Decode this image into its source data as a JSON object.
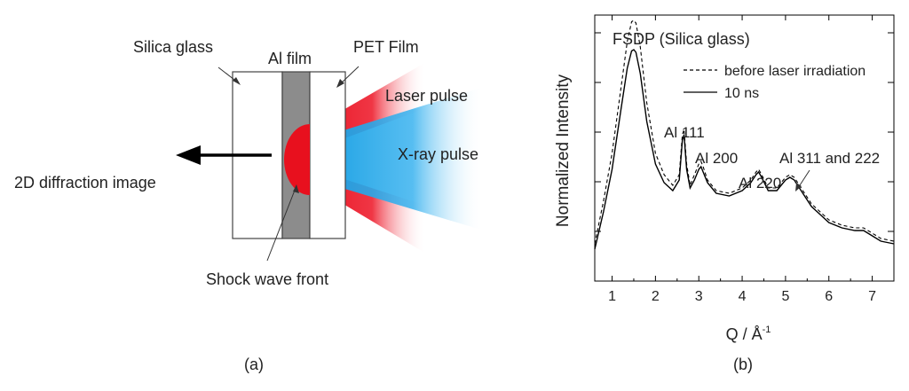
{
  "panel_a": {
    "labels": {
      "silica_glass": "Silica glass",
      "al_film": "Al film",
      "pet_film": "PET Film",
      "laser_pulse": "Laser pulse",
      "xray_pulse": "X-ray pulse",
      "diffraction": "2D diffraction image",
      "shock_wave": "Shock wave front"
    },
    "caption": "(a)",
    "colors": {
      "laser": "#e8101e",
      "xray": "#109be0",
      "al_film": "#8c8c8c"
    }
  },
  "panel_b": {
    "caption": "(b)",
    "annotations": {
      "fsdp": "FSDP (Silica glass)",
      "al111": "Al 111",
      "al200": "Al 200",
      "al220": "Al 220",
      "al311": "Al 311 and 222"
    }
  },
  "chart_data": {
    "type": "line",
    "ylabel": "Normalized Intensity",
    "xlabel_main": "Q / Å",
    "xlabel_sup": "-1",
    "xlim": [
      0.6,
      7.5
    ],
    "ylim": [
      0,
      1
    ],
    "x_ticks": [
      "1",
      "2",
      "3",
      "4",
      "5",
      "6",
      "7"
    ],
    "y_ticks_shown": false,
    "legend_position": "top-right",
    "series": [
      {
        "name": "before laser irradiation",
        "style": "dashed",
        "x": [
          0.6,
          0.8,
          1.0,
          1.2,
          1.35,
          1.45,
          1.5,
          1.55,
          1.65,
          1.8,
          2.0,
          2.2,
          2.4,
          2.55,
          2.62,
          2.66,
          2.72,
          2.8,
          2.9,
          3.0,
          3.05,
          3.1,
          3.2,
          3.4,
          3.7,
          4.0,
          4.2,
          4.32,
          4.38,
          4.45,
          4.6,
          4.8,
          5.0,
          5.1,
          5.2,
          5.4,
          5.6,
          5.8,
          6.0,
          6.3,
          6.6,
          6.8,
          7.0,
          7.2,
          7.5
        ],
        "y": [
          0.14,
          0.3,
          0.48,
          0.72,
          0.9,
          0.975,
          0.98,
          0.97,
          0.88,
          0.67,
          0.48,
          0.4,
          0.36,
          0.4,
          0.55,
          0.57,
          0.44,
          0.36,
          0.4,
          0.44,
          0.45,
          0.43,
          0.38,
          0.34,
          0.33,
          0.35,
          0.38,
          0.41,
          0.42,
          0.4,
          0.35,
          0.35,
          0.39,
          0.4,
          0.39,
          0.34,
          0.29,
          0.26,
          0.23,
          0.21,
          0.2,
          0.2,
          0.18,
          0.16,
          0.15
        ]
      },
      {
        "name": "10 ns",
        "style": "solid",
        "x": [
          0.6,
          0.8,
          1.0,
          1.2,
          1.35,
          1.45,
          1.5,
          1.55,
          1.65,
          1.8,
          2.0,
          2.2,
          2.4,
          2.55,
          2.62,
          2.66,
          2.72,
          2.8,
          2.9,
          3.0,
          3.05,
          3.1,
          3.2,
          3.4,
          3.7,
          4.0,
          4.2,
          4.32,
          4.38,
          4.45,
          4.6,
          4.8,
          5.0,
          5.1,
          5.2,
          5.4,
          5.6,
          5.8,
          6.0,
          6.3,
          6.6,
          6.8,
          7.0,
          7.2,
          7.5
        ],
        "y": [
          0.12,
          0.26,
          0.42,
          0.64,
          0.8,
          0.865,
          0.87,
          0.86,
          0.78,
          0.6,
          0.44,
          0.37,
          0.34,
          0.38,
          0.53,
          0.55,
          0.42,
          0.35,
          0.38,
          0.42,
          0.43,
          0.41,
          0.37,
          0.33,
          0.32,
          0.34,
          0.37,
          0.4,
          0.41,
          0.39,
          0.34,
          0.34,
          0.38,
          0.39,
          0.38,
          0.33,
          0.28,
          0.25,
          0.22,
          0.2,
          0.19,
          0.19,
          0.17,
          0.15,
          0.14
        ]
      }
    ]
  }
}
